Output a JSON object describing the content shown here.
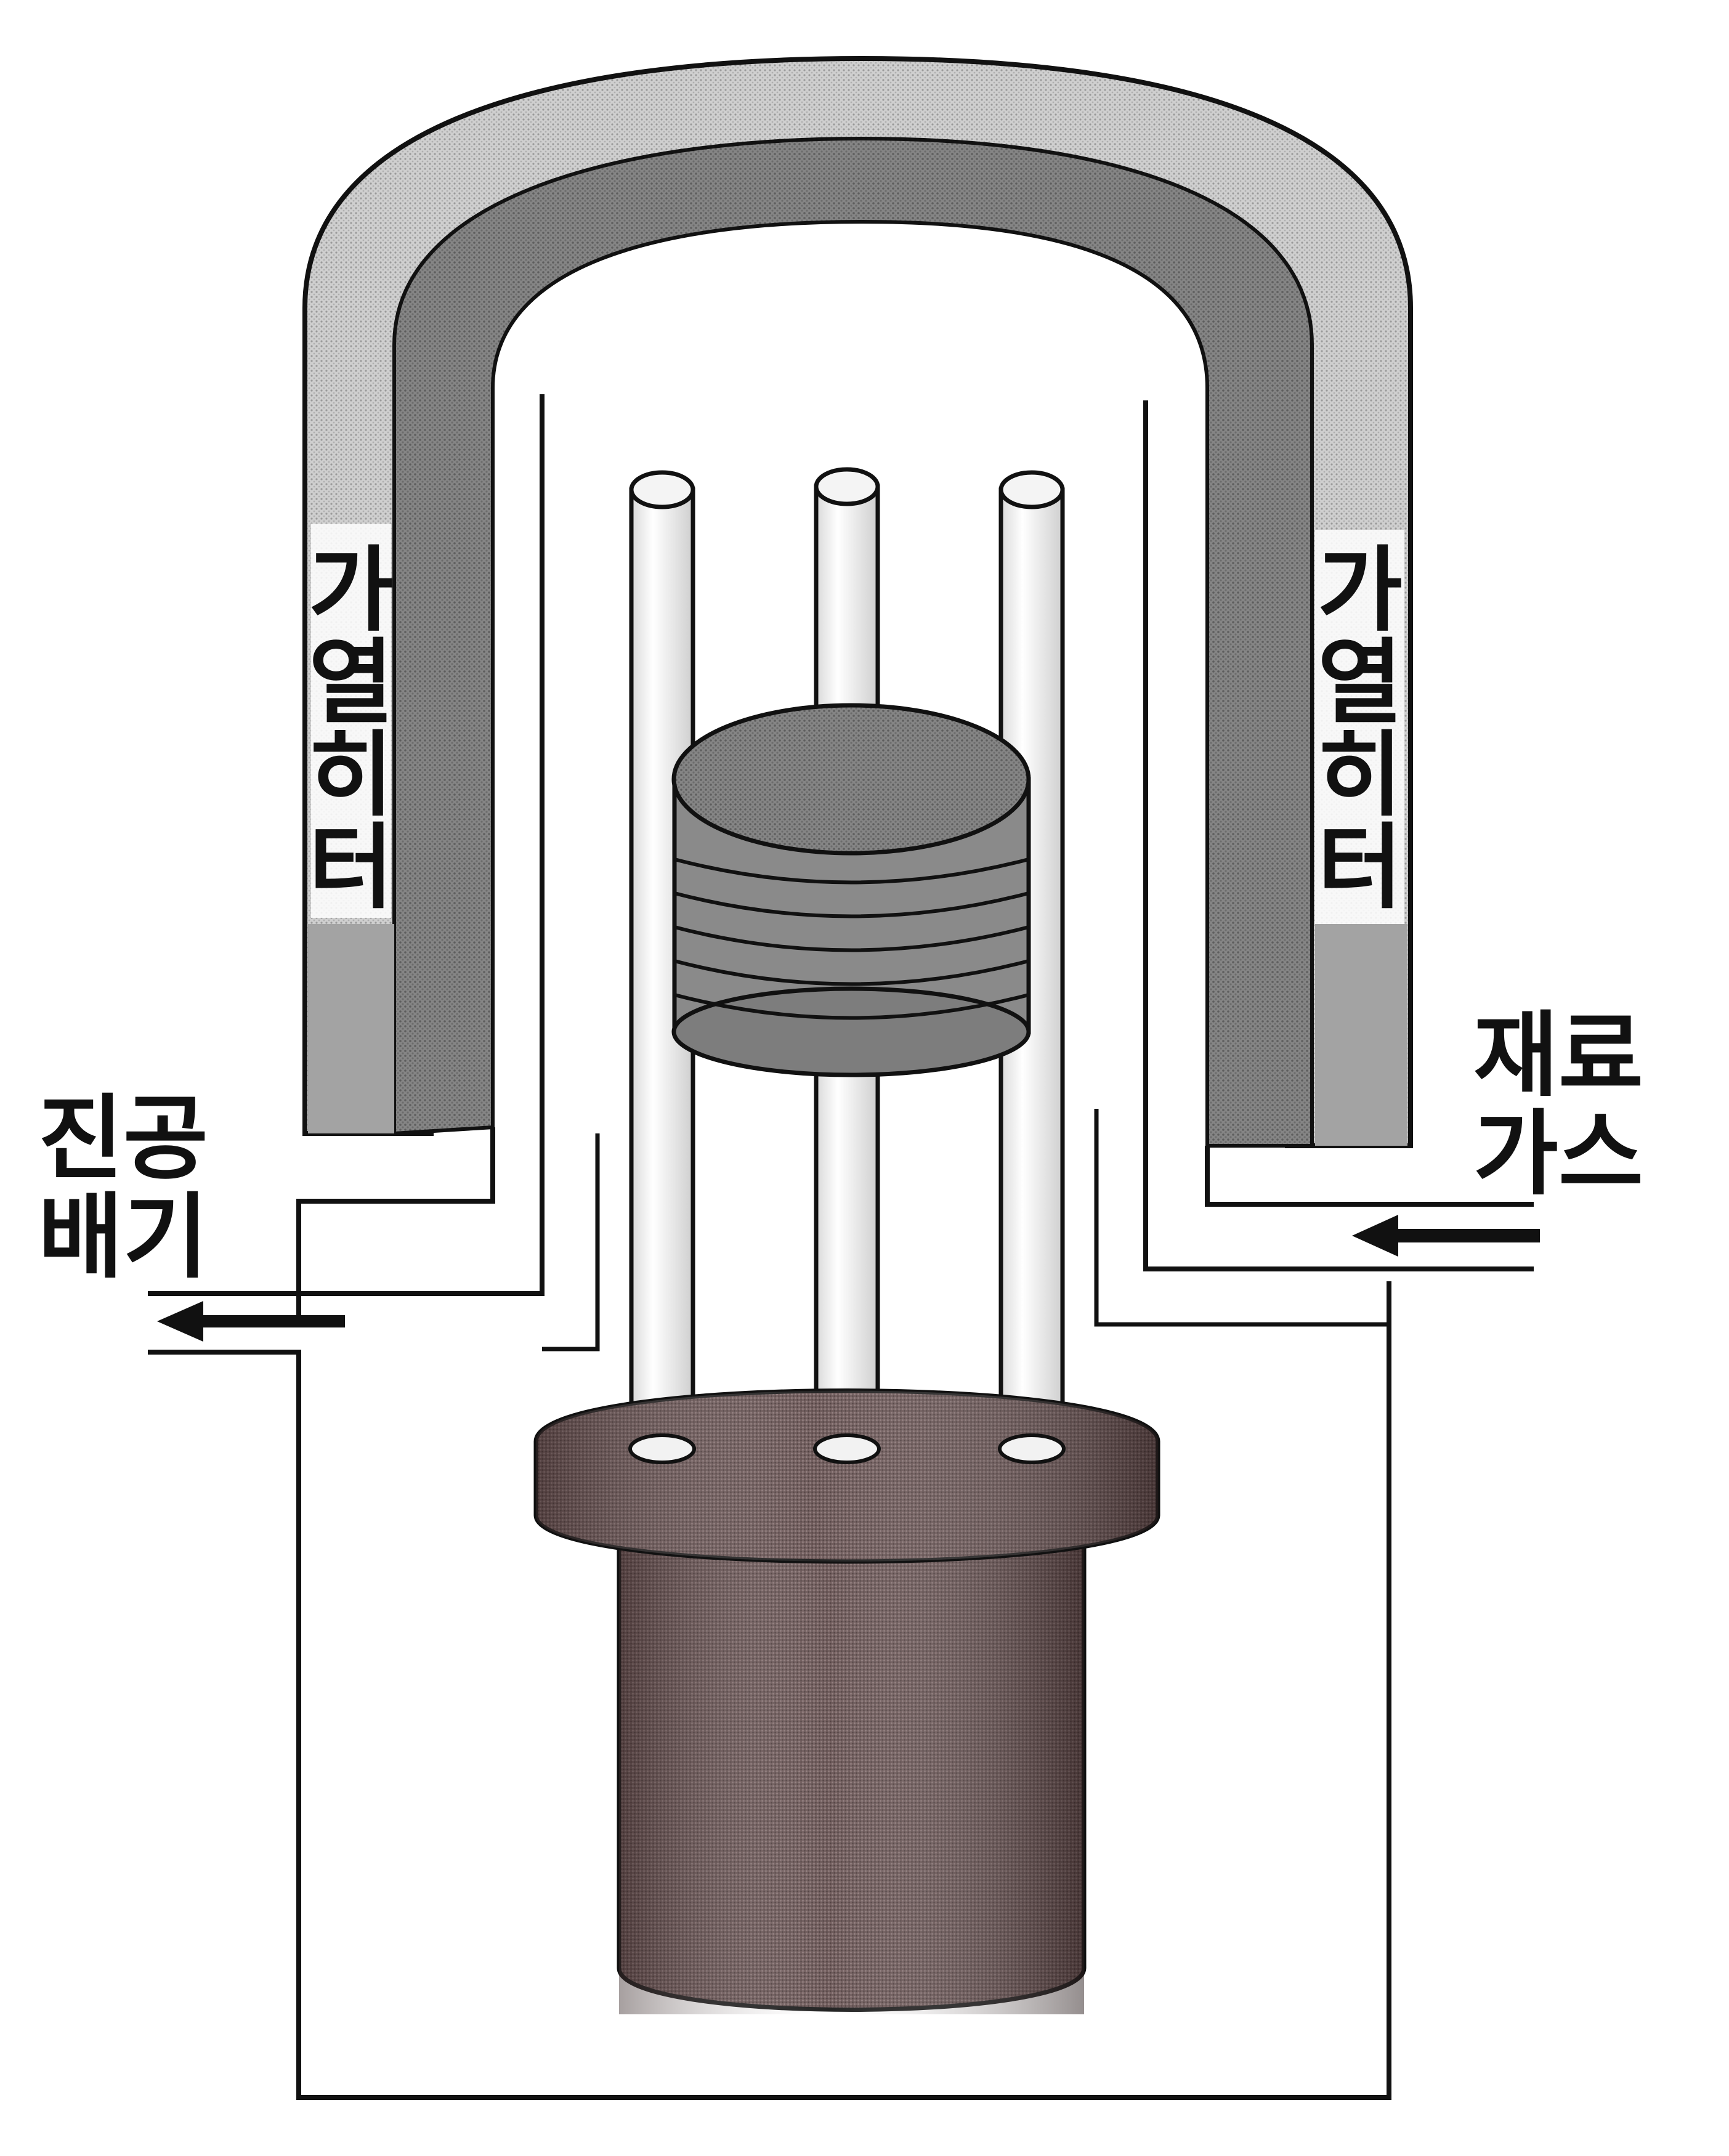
{
  "labels": {
    "heater_left": [
      "가",
      "열",
      "히",
      "터"
    ],
    "heater_right": [
      "가",
      "열",
      "히",
      "터"
    ],
    "vacuum_exhaust": [
      "진공",
      "배기"
    ],
    "source_gas": [
      "재료",
      "가스"
    ]
  },
  "colors": {
    "background": "#ffffff",
    "heater_outer": "#c4c4c4",
    "heater_inner": "#7d7d7d",
    "heater_dark_block": "#9c9c9c",
    "pedestal": "#6a5454",
    "wafer_stack": "#7a7a7a",
    "line": "#111111"
  }
}
